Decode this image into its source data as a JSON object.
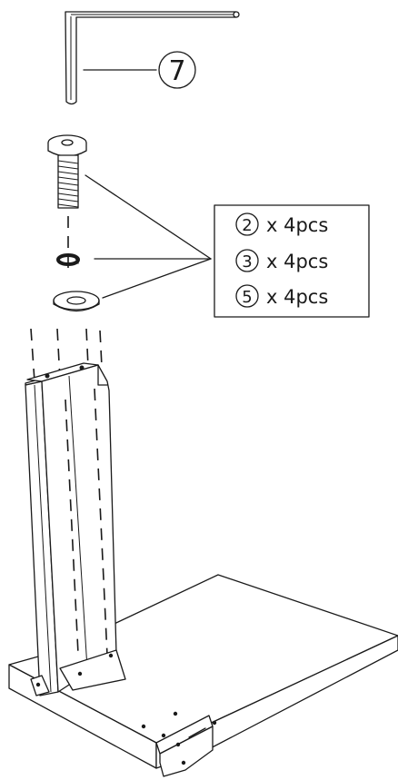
{
  "callouts": {
    "tool_number": "7",
    "parts": [
      {
        "number": "2",
        "quantity": "x 4pcs"
      },
      {
        "number": "3",
        "quantity": "x 4pcs"
      },
      {
        "number": "5",
        "quantity": "x 4pcs"
      }
    ]
  },
  "colors": {
    "line": "#1a1a1a",
    "background": "#ffffff"
  },
  "icons": [
    "allen-key-icon",
    "bolt-icon",
    "spring-washer-icon",
    "flat-washer-icon"
  ]
}
